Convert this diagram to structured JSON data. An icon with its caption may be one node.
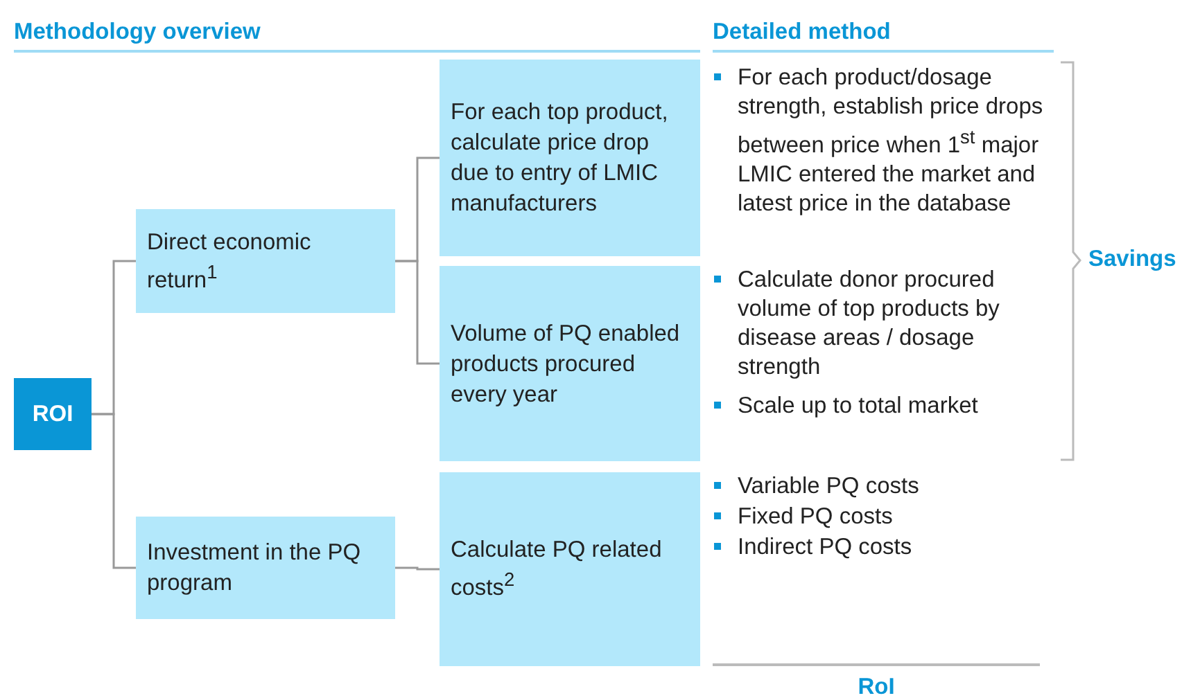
{
  "diagram": {
    "nodes": [
      {
        "text": [
          "ROI"
        ]
      },
      {
        "text": [
          "Direct economic return$^{1}$"
        ]
      },
      {
        "text": [
          "Investment in the PQ program"
        ]
      },
      {
        "text": [
          "For each top product, calculate price drop due to entry of LMIC manufacturers"
        ]
      },
      {
        "text": [
          "Volume of PQ enabled products procured every year"
        ]
      },
      {
        "text": [
          "Calculate PQ related costs$^{2}$"
        ]
      }
    ],
    "edges": [
      {
        "from": 0,
        "to": 1,
        "arrow": "none"
      },
      {
        "from": 0,
        "to": 2,
        "arrow": "none"
      },
      {
        "from": 1,
        "to": 3,
        "arrow": "none"
      },
      {
        "from": 1,
        "to": 4,
        "arrow": "none"
      },
      {
        "from": 2,
        "to": 5,
        "arrow": "none"
      }
    ],
    "labels": [
      "Methodology overview",
      "Detailed method",
      "For each product/dosage strength, establish price drops between price when 1$^{st}$ major LMIC entered the market and latest price in the database",
      "Calculate donor procured volume of top products by disease areas / dosage strength",
      "Scale up to total market",
      "Savings",
      "Variable PQ costs",
      "Fixed PQ costs",
      "Indirect PQ costs",
      "RoI"
    ]
  }
}
